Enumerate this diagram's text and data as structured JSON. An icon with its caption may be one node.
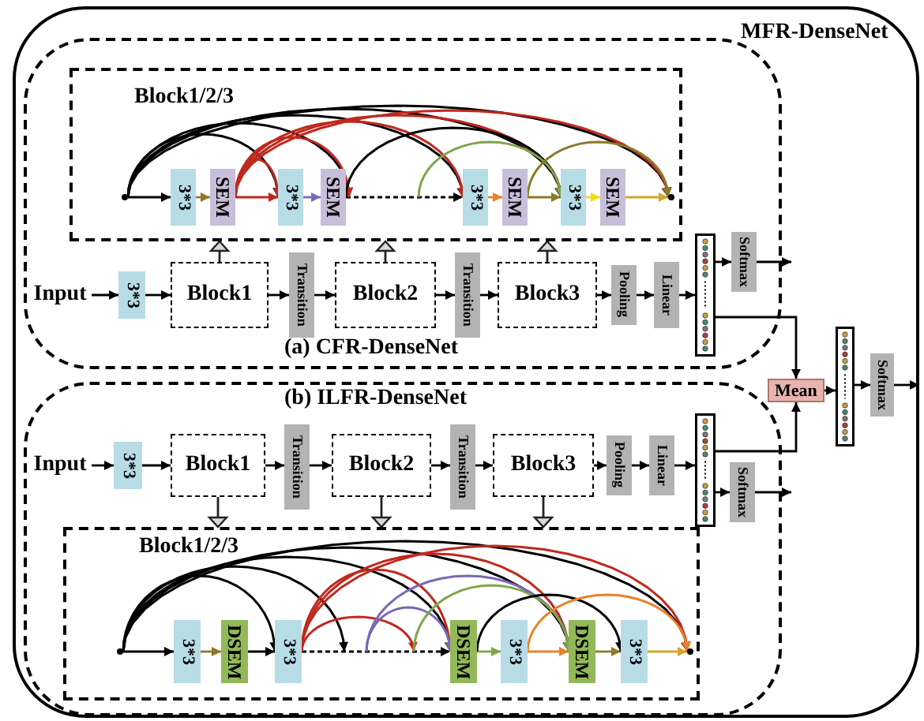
{
  "diagram": {
    "nodes": [
      {
        "text": [
          "MFR-DenseNet"
        ]
      },
      {
        "text": [
          "(a) CFR-DenseNet"
        ],
        "in": 0
      },
      {
        "text": [
          "Block1/2/3"
        ],
        "in": 1
      },
      {
        "text": [
          "3*3"
        ],
        "in": 2
      },
      {
        "text": [
          "SEM"
        ],
        "in": 2
      },
      {
        "text": [
          "3*3"
        ],
        "in": 2
      },
      {
        "text": [
          "SEM"
        ],
        "in": 2
      },
      {
        "text": [
          "3*3"
        ],
        "in": 2
      },
      {
        "text": [
          "SEM"
        ],
        "in": 2
      },
      {
        "text": [
          "3*3"
        ],
        "in": 2
      },
      {
        "text": [
          "SEM"
        ],
        "in": 2
      },
      {
        "text": [
          "Input"
        ],
        "in": 1
      },
      {
        "text": [
          "3*3"
        ],
        "in": 1
      },
      {
        "text": [
          "Block1"
        ],
        "in": 1
      },
      {
        "text": [
          "Transition"
        ],
        "in": 1
      },
      {
        "text": [
          "Block2"
        ],
        "in": 1
      },
      {
        "text": [
          "Transition"
        ],
        "in": 1
      },
      {
        "text": [
          "Block3"
        ],
        "in": 1
      },
      {
        "text": [
          "Pooling"
        ],
        "in": 1
      },
      {
        "text": [
          "Linear"
        ],
        "in": 1
      },
      {
        "text": [],
        "shape": "bar",
        "in": 1
      },
      {
        "text": [
          "Softmax"
        ],
        "in": 1
      },
      {
        "text": [
          "(b) ILFR-DenseNet"
        ],
        "in": 0
      },
      {
        "text": [
          "Input"
        ],
        "in": 22
      },
      {
        "text": [
          "3*3"
        ],
        "in": 22
      },
      {
        "text": [
          "Block1"
        ],
        "in": 22
      },
      {
        "text": [
          "Transition"
        ],
        "in": 22
      },
      {
        "text": [
          "Block2"
        ],
        "in": 22
      },
      {
        "text": [
          "Transition"
        ],
        "in": 22
      },
      {
        "text": [
          "Block3"
        ],
        "in": 22
      },
      {
        "text": [
          "Pooling"
        ],
        "in": 22
      },
      {
        "text": [
          "Linear"
        ],
        "in": 22
      },
      {
        "text": [],
        "shape": "bar",
        "in": 22
      },
      {
        "text": [
          "Softmax"
        ],
        "in": 22
      },
      {
        "text": [
          "Block1/2/3"
        ],
        "in": 22
      },
      {
        "text": [
          "3*3"
        ],
        "in": 34
      },
      {
        "text": [
          "DSEM"
        ],
        "in": 34
      },
      {
        "text": [
          "3*3"
        ],
        "in": 34
      },
      {
        "text": [
          "DSEM"
        ],
        "in": 34
      },
      {
        "text": [
          "3*3"
        ],
        "in": 34
      },
      {
        "text": [
          "DSEM"
        ],
        "in": 34
      },
      {
        "text": [
          "3*3"
        ],
        "in": 34
      },
      {
        "text": [
          "Mean"
        ],
        "in": 0
      },
      {
        "text": [],
        "shape": "bar",
        "in": 0
      },
      {
        "text": [
          "Softmax"
        ],
        "in": 0
      },
      {
        "text": [],
        "shape": "circle",
        "in": 2
      },
      {
        "text": [],
        "shape": "circle",
        "in": 2
      },
      {
        "text": [],
        "shape": "circle",
        "in": 34
      },
      {
        "text": [],
        "shape": "circle",
        "in": 34
      }
    ],
    "edges": [
      {
        "from": 45,
        "to": 3,
        "arrow": "to"
      },
      {
        "from": 3,
        "to": 4,
        "arrow": "to",
        "color": "#8b7a2a"
      },
      {
        "from": 4,
        "to": 5,
        "arrow": "to",
        "color": "#c0281e"
      },
      {
        "from": 5,
        "to": 6,
        "arrow": "to",
        "color": "#7b68b5"
      },
      {
        "from": 6,
        "to": 7,
        "arrow": "to",
        "style": "dashed"
      },
      {
        "from": 7,
        "to": 8,
        "arrow": "to",
        "color": "#e8822a"
      },
      {
        "from": 8,
        "to": 9,
        "arrow": "to",
        "color": "#8b7a2a"
      },
      {
        "from": 9,
        "to": 10,
        "arrow": "to",
        "color": "#f0dc20"
      },
      {
        "from": 10,
        "to": 46,
        "arrow": "to",
        "color": "#d4a82a"
      },
      {
        "from": 11,
        "to": 12,
        "arrow": "to"
      },
      {
        "from": 12,
        "to": 13,
        "arrow": "to"
      },
      {
        "from": 13,
        "to": 14,
        "arrow": "to"
      },
      {
        "from": 14,
        "to": 15,
        "arrow": "to"
      },
      {
        "from": 15,
        "to": 16,
        "arrow": "to"
      },
      {
        "from": 16,
        "to": 17,
        "arrow": "to"
      },
      {
        "from": 17,
        "to": 18,
        "arrow": "to"
      },
      {
        "from": 18,
        "to": 19,
        "arrow": "to"
      },
      {
        "from": 19,
        "to": 20,
        "arrow": "to"
      },
      {
        "from": 20,
        "to": 21,
        "arrow": "to"
      },
      {
        "from": 21,
        "to": null,
        "arrow": "to"
      },
      {
        "from": 13,
        "to": 2,
        "arrow": "to"
      },
      {
        "from": 15,
        "to": 2,
        "arrow": "to"
      },
      {
        "from": 17,
        "to": 2,
        "arrow": "to"
      },
      {
        "from": 23,
        "to": 24,
        "arrow": "to"
      },
      {
        "from": 24,
        "to": 25,
        "arrow": "to"
      },
      {
        "from": 25,
        "to": 26,
        "arrow": "to"
      },
      {
        "from": 26,
        "to": 27,
        "arrow": "to"
      },
      {
        "from": 27,
        "to": 28,
        "arrow": "to"
      },
      {
        "from": 28,
        "to": 29,
        "arrow": "to"
      },
      {
        "from": 29,
        "to": 30,
        "arrow": "to"
      },
      {
        "from": 30,
        "to": 31,
        "arrow": "to"
      },
      {
        "from": 31,
        "to": 32,
        "arrow": "to"
      },
      {
        "from": 32,
        "to": 33,
        "arrow": "to"
      },
      {
        "from": 33,
        "to": null,
        "arrow": "to"
      },
      {
        "from": 25,
        "to": 34,
        "arrow": "to"
      },
      {
        "from": 27,
        "to": 34,
        "arrow": "to"
      },
      {
        "from": 29,
        "to": 34,
        "arrow": "to"
      },
      {
        "from": 47,
        "to": 35,
        "arrow": "to"
      },
      {
        "from": 35,
        "to": 36,
        "arrow": "to",
        "color": "#8b7a2a"
      },
      {
        "from": 36,
        "to": 37,
        "arrow": "to"
      },
      {
        "from": 37,
        "to": 38,
        "arrow": "to",
        "style": "dashed"
      },
      {
        "from": 38,
        "to": 39,
        "arrow": "to",
        "color": "#7fa54a"
      },
      {
        "from": 39,
        "to": 40,
        "arrow": "to",
        "color": "#e8822a"
      },
      {
        "from": 40,
        "to": 41,
        "arrow": "to",
        "color": "#8b7a2a"
      },
      {
        "from": 41,
        "to": 48,
        "arrow": "to",
        "color": "#d4a82a"
      },
      {
        "from": 20,
        "to": 42,
        "arrow": "to"
      },
      {
        "from": 32,
        "to": 42,
        "arrow": "to"
      },
      {
        "from": 42,
        "to": 43,
        "arrow": "to"
      },
      {
        "from": 43,
        "to": 44,
        "arrow": "to"
      },
      {
        "from": 44,
        "to": null,
        "arrow": "to"
      },
      {
        "from": 45,
        "to": 5,
        "arrow": "to"
      },
      {
        "from": 45,
        "to": 6,
        "arrow": "to"
      },
      {
        "from": 45,
        "to": 7,
        "arrow": "to"
      },
      {
        "from": 45,
        "to": 9,
        "arrow": "to"
      },
      {
        "from": 45,
        "to": 46,
        "arrow": "to"
      },
      {
        "from": 4,
        "to": 5,
        "arrow": "to",
        "color": "#c0281e"
      },
      {
        "from": 4,
        "to": 6,
        "arrow": "to",
        "color": "#c0281e"
      },
      {
        "from": 4,
        "to": 7,
        "arrow": "to",
        "color": "#c0281e"
      },
      {
        "from": 4,
        "to": 9,
        "arrow": "to",
        "color": "#c0281e"
      },
      {
        "from": 4,
        "to": 46,
        "arrow": "to",
        "color": "#c0281e"
      },
      {
        "from": 6,
        "to": 9,
        "arrow": "to"
      },
      {
        "from": null,
        "to": 9,
        "arrow": "to",
        "color": "#7fa54a"
      },
      {
        "from": 8,
        "to": 46,
        "arrow": "to",
        "color": "#8b7a2a"
      },
      {
        "from": 47,
        "to": 37,
        "arrow": "to"
      },
      {
        "from": 47,
        "to": 37,
        "arrow": "to"
      },
      {
        "from": 47,
        "to": 38,
        "arrow": "to"
      },
      {
        "from": 47,
        "to": 40,
        "arrow": "to"
      },
      {
        "from": 47,
        "to": 48,
        "arrow": "to"
      },
      {
        "from": 37,
        "to": 38,
        "arrow": "to",
        "color": "#c0281e"
      },
      {
        "from": 37,
        "to": 40,
        "arrow": "to",
        "color": "#c0281e"
      },
      {
        "from": 37,
        "to": 48,
        "arrow": "to",
        "color": "#c0281e"
      },
      {
        "from": 37,
        "to": 38,
        "arrow": "to",
        "color": "#c0281e"
      },
      {
        "from": null,
        "to": 38,
        "arrow": "to",
        "color": "#7b68b5"
      },
      {
        "from": null,
        "to": 40,
        "arrow": "to",
        "color": "#7b68b5"
      },
      {
        "from": null,
        "to": 40,
        "arrow": "to",
        "color": "#7fa54a"
      },
      {
        "from": 38,
        "to": 41,
        "arrow": "to"
      },
      {
        "from": 39,
        "to": 48,
        "arrow": "to",
        "color": "#e8822a"
      }
    ]
  }
}
